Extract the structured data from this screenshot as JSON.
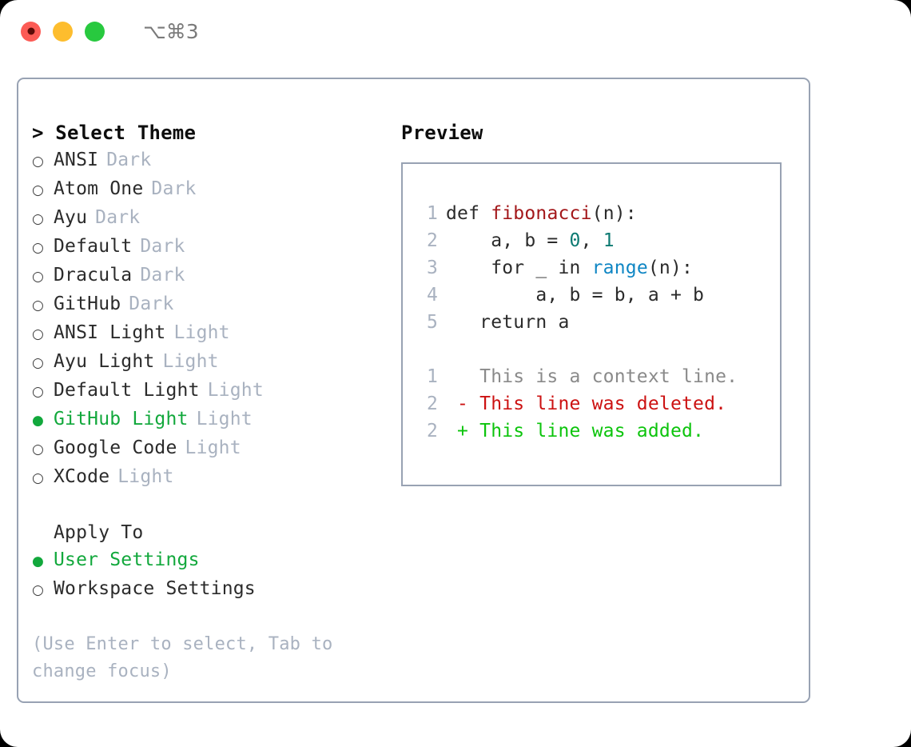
{
  "titlebar": {
    "shortcut": "⌥⌘3",
    "buttons": [
      {
        "name": "close",
        "color": "#fc5b55"
      },
      {
        "name": "minimize",
        "color": "#fdbd2e"
      },
      {
        "name": "maximize",
        "color": "#28c93f"
      }
    ]
  },
  "colors": {
    "accent_selected": "#12a83c",
    "muted": "#a9b2c0",
    "border": "#98a2b3",
    "text": "#2b2b2b",
    "diff_added": "#0cc40c",
    "diff_deleted": "#cc1212",
    "diff_context": "#8a8a8a",
    "syntax_function": "#a3171a",
    "syntax_number": "#0d7a72",
    "syntax_call": "#0f86c4"
  },
  "theme_list": {
    "header": "> Select Theme",
    "marker_unselected": "○",
    "marker_selected": "●",
    "items": [
      {
        "label": "ANSI",
        "tag": "Dark",
        "selected": false
      },
      {
        "label": "Atom One",
        "tag": "Dark",
        "selected": false
      },
      {
        "label": "Ayu",
        "tag": "Dark",
        "selected": false
      },
      {
        "label": "Default",
        "tag": "Dark",
        "selected": false
      },
      {
        "label": "Dracula",
        "tag": "Dark",
        "selected": false
      },
      {
        "label": "GitHub",
        "tag": "Dark",
        "selected": false
      },
      {
        "label": "ANSI Light",
        "tag": "Light",
        "selected": false
      },
      {
        "label": "Ayu Light",
        "tag": "Light",
        "selected": false
      },
      {
        "label": "Default Light",
        "tag": "Light",
        "selected": false
      },
      {
        "label": "GitHub Light",
        "tag": "Light",
        "selected": true
      },
      {
        "label": "Google Code",
        "tag": "Light",
        "selected": false
      },
      {
        "label": "XCode",
        "tag": "Light",
        "selected": false
      }
    ]
  },
  "apply_to": {
    "header": "Apply To",
    "items": [
      {
        "label": "User Settings",
        "selected": true
      },
      {
        "label": "Workspace Settings",
        "selected": false
      }
    ]
  },
  "hint": "(Use Enter to select, Tab to change focus)",
  "preview": {
    "title": "Preview",
    "code_lines": [
      {
        "number": "1",
        "tokens": [
          {
            "text": "def ",
            "type": "plain"
          },
          {
            "text": "fibonacci",
            "type": "fn"
          },
          {
            "text": "(n):",
            "type": "plain"
          }
        ]
      },
      {
        "number": "2",
        "tokens": [
          {
            "text": "    a, b = ",
            "type": "plain"
          },
          {
            "text": "0",
            "type": "num"
          },
          {
            "text": ", ",
            "type": "plain"
          },
          {
            "text": "1",
            "type": "num"
          }
        ]
      },
      {
        "number": "3",
        "tokens": [
          {
            "text": "    for _ in ",
            "type": "plain"
          },
          {
            "text": "range",
            "type": "call"
          },
          {
            "text": "(n):",
            "type": "plain"
          }
        ]
      },
      {
        "number": "4",
        "tokens": [
          {
            "text": "        a, b = b, a + b",
            "type": "plain"
          }
        ]
      },
      {
        "number": "5",
        "tokens": [
          {
            "text": "   return a",
            "type": "plain"
          }
        ]
      }
    ],
    "diff_lines": [
      {
        "number": "1",
        "text": "   This is a context line.",
        "kind": "ctx"
      },
      {
        "number": "2",
        "text": " - This line was deleted.",
        "kind": "del"
      },
      {
        "number": "2",
        "text": " + This line was added.",
        "kind": "add"
      }
    ]
  }
}
